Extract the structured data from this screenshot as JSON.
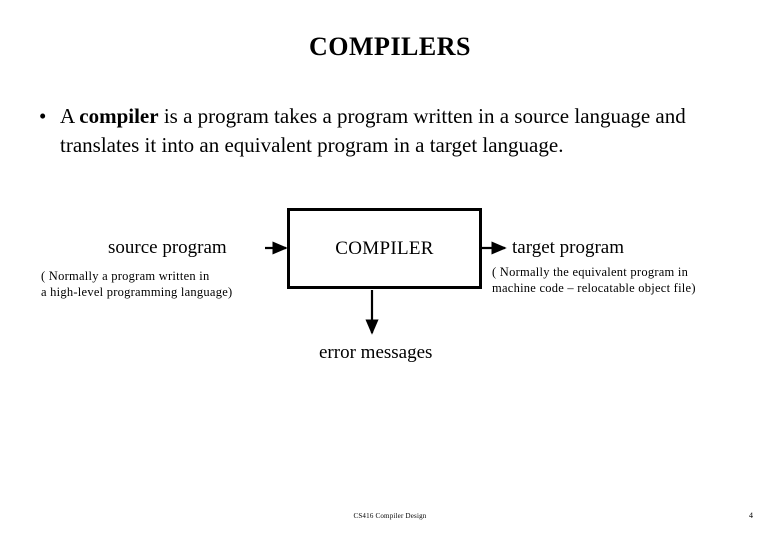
{
  "slide": {
    "title": "COMPILERS",
    "bullets": [
      {
        "marker": "•",
        "lead": "A ",
        "emphasis": "compiler",
        "rest": " is a program takes a program written in a source language and translates it into an equivalent program in a target language."
      }
    ],
    "diagram": {
      "box_label": "COMPILER",
      "input_label": "source program",
      "input_caption_line1": "( Normally a program written in",
      "input_caption_line2": "a high-level programming language)",
      "output_label": "target program",
      "output_caption_line1": "( Normally the equivalent program in",
      "output_caption_line2": "machine code – relocatable object file)",
      "error_label": "error messages",
      "arrows": {
        "input_arrow": "arrow-right",
        "output_arrow": "arrow-right",
        "error_arrow": "arrow-down"
      }
    },
    "footer": {
      "course": "CS416 Compiler Design",
      "page_number": "4"
    },
    "colors": {
      "background": "#ffffff",
      "text": "#000000",
      "box_border": "#000000",
      "arrow": "#000000"
    }
  }
}
